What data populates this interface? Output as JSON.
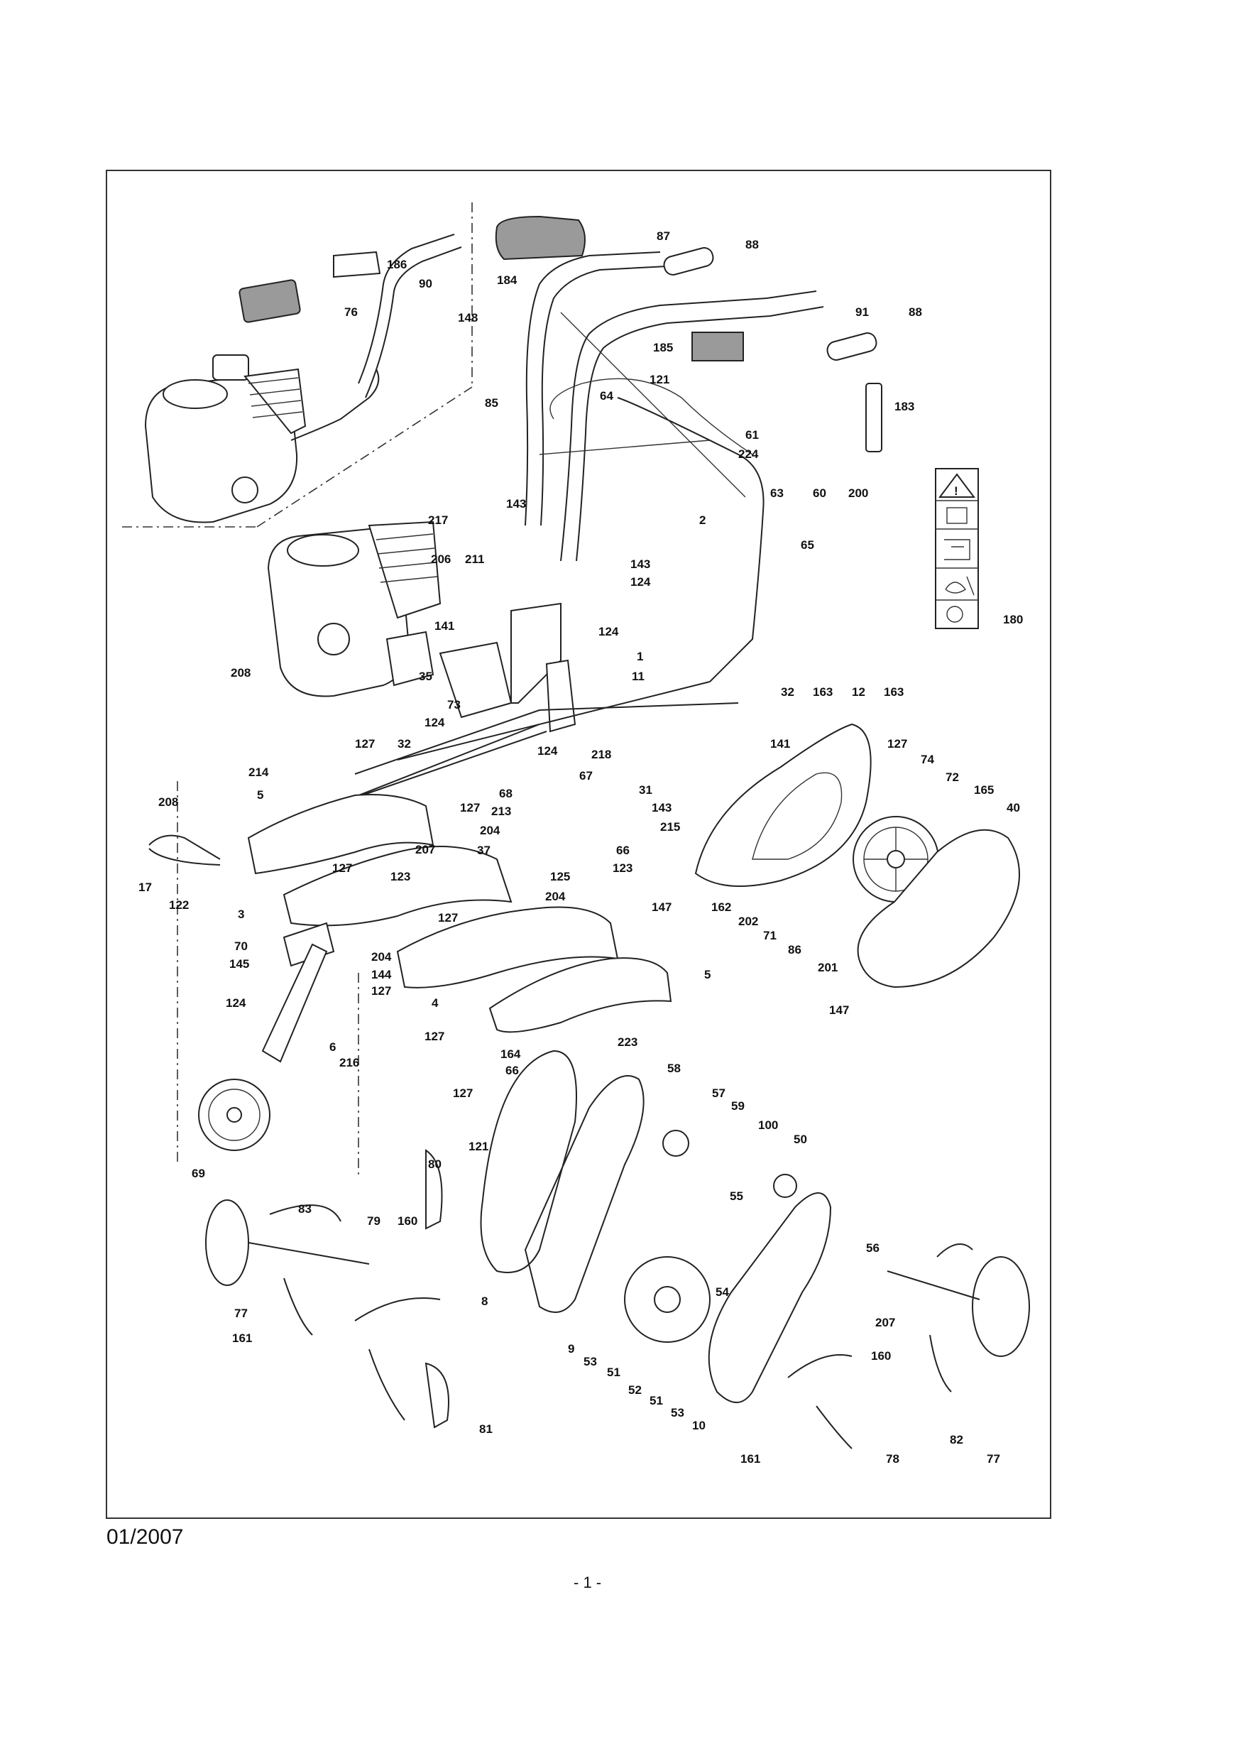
{
  "footer": {
    "date": "01/2007",
    "page": "- 1 -"
  },
  "part_labels": {
    "p87": "87",
    "p88a": "88",
    "p184": "184",
    "p186": "186",
    "p90": "90",
    "p76": "76",
    "p148": "148",
    "p91": "91",
    "p88b": "88",
    "p185": "185",
    "p121a": "121",
    "p85": "85",
    "p64": "64",
    "p183": "183",
    "p61": "61",
    "p224": "224",
    "p63": "63",
    "p60": "60",
    "p200": "200",
    "p217": "217",
    "p143a": "143",
    "p2": "2",
    "p65": "65",
    "p143b": "143",
    "p124a": "124",
    "p124b": "124",
    "p206": "206",
    "p211": "211",
    "p141a": "141",
    "p208a": "208",
    "p1": "1",
    "p35": "35",
    "p11": "11",
    "p73": "73",
    "p124c": "124",
    "p32a": "32",
    "p163a": "163",
    "p12": "12",
    "p163b": "163",
    "p127a": "127",
    "p32b": "32",
    "p141b": "141",
    "p127b": "127",
    "p124d": "124",
    "p218": "218",
    "p74": "74",
    "p72": "72",
    "p214": "214",
    "p67": "67",
    "p31": "31",
    "p165": "165",
    "p40": "40",
    "p208b": "208",
    "p5a": "5",
    "p68": "68",
    "p127c": "127",
    "p143c": "143",
    "p213": "213",
    "p215": "215",
    "p204a": "204",
    "p207a": "207",
    "p37": "37",
    "p66a": "66",
    "p127d": "127",
    "p123a": "123",
    "p123b": "123",
    "p17": "17",
    "p125": "125",
    "p147a": "147",
    "p122": "122",
    "p204b": "204",
    "p162": "162",
    "p3": "3",
    "p127e": "127",
    "p202": "202",
    "p71": "71",
    "p86": "86",
    "p70": "70",
    "p145": "145",
    "p201": "201",
    "p204c": "204",
    "p5b": "5",
    "p144": "144",
    "p127f": "127",
    "p4": "4",
    "p147b": "147",
    "p124e": "124",
    "p127g": "127",
    "p6": "6",
    "p216": "216",
    "p223": "223",
    "p164": "164",
    "p66b": "66",
    "p58": "58",
    "p57": "57",
    "p127h": "127",
    "p59": "59",
    "p100": "100",
    "p121b": "121",
    "p50": "50",
    "p69": "69",
    "p80": "80",
    "p55": "55",
    "p83": "83",
    "p79": "79",
    "p160a": "160",
    "p56": "56",
    "p54": "54",
    "p77a": "77",
    "p8": "8",
    "p207b": "207",
    "p161a": "161",
    "p9": "9",
    "p53a": "53",
    "p51a": "51",
    "p160b": "160",
    "p52": "52",
    "p51b": "51",
    "p53b": "53",
    "p10": "10",
    "p82": "82",
    "p81": "81",
    "p161b": "161",
    "p78": "78",
    "p77b": "77",
    "p180": "180"
  },
  "warning_panel_icons": [
    "warning-triangle-icon",
    "read-manual-icon",
    "hand-crush-icon",
    "rotating-tine-icon",
    "hearing-protection-icon"
  ]
}
